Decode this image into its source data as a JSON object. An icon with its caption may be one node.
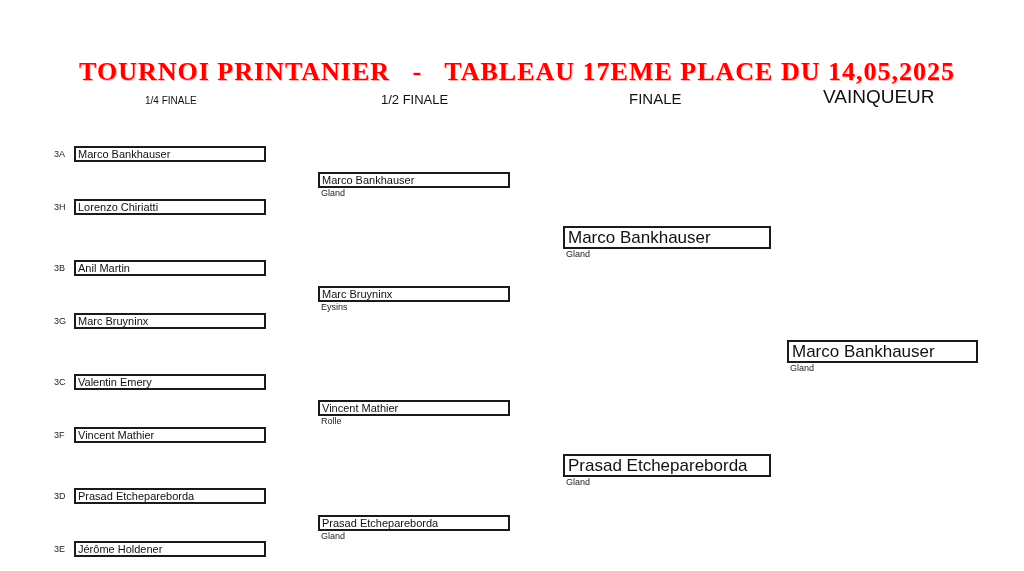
{
  "diagram": {
    "title": "TOURNOI PRINTANIER   -   TABLEAU 17EME PLACE DU 14,05,2025",
    "nodes": [
      {
        "text": [
          "Marco Bankhauser"
        ],
        "beside": [
          "3A"
        ]
      },
      {
        "text": [
          "Lorenzo Chiriatti"
        ],
        "beside": [
          "3H"
        ]
      },
      {
        "text": [
          "Anil Martin"
        ],
        "beside": [
          "3B"
        ]
      },
      {
        "text": [
          "Marc Bruyninx"
        ],
        "beside": [
          "3G"
        ]
      },
      {
        "text": [
          "Valentin Emery"
        ],
        "beside": [
          "3C"
        ]
      },
      {
        "text": [
          "Vincent Mathier"
        ],
        "beside": [
          "3F"
        ]
      },
      {
        "text": [
          "Prasad Etchepareborda"
        ],
        "beside": [
          "3D"
        ]
      },
      {
        "text": [
          "Jérôme Holdener"
        ],
        "beside": [
          "3E"
        ]
      },
      {
        "text": [
          "Marco Bankhauser"
        ],
        "beside": [
          "Gland"
        ]
      },
      {
        "text": [
          "Marc Bruyninx"
        ],
        "beside": [
          "Eysins"
        ]
      },
      {
        "text": [
          "Vincent Mathier"
        ],
        "beside": [
          "Rolle"
        ]
      },
      {
        "text": [
          "Prasad Etchepareborda"
        ],
        "beside": [
          "Gland"
        ]
      },
      {
        "text": [
          "Marco Bankhauser"
        ],
        "beside": [
          "Gland"
        ]
      },
      {
        "text": [
          "Prasad Etchepareborda"
        ],
        "beside": [
          "Gland"
        ]
      },
      {
        "text": [
          "Marco Bankhauser"
        ],
        "beside": [
          "Gland"
        ]
      }
    ],
    "labels": [
      "1/4 FINALE",
      "1/2 FINALE",
      "FINALE",
      "VAINQUEUR"
    ]
  }
}
